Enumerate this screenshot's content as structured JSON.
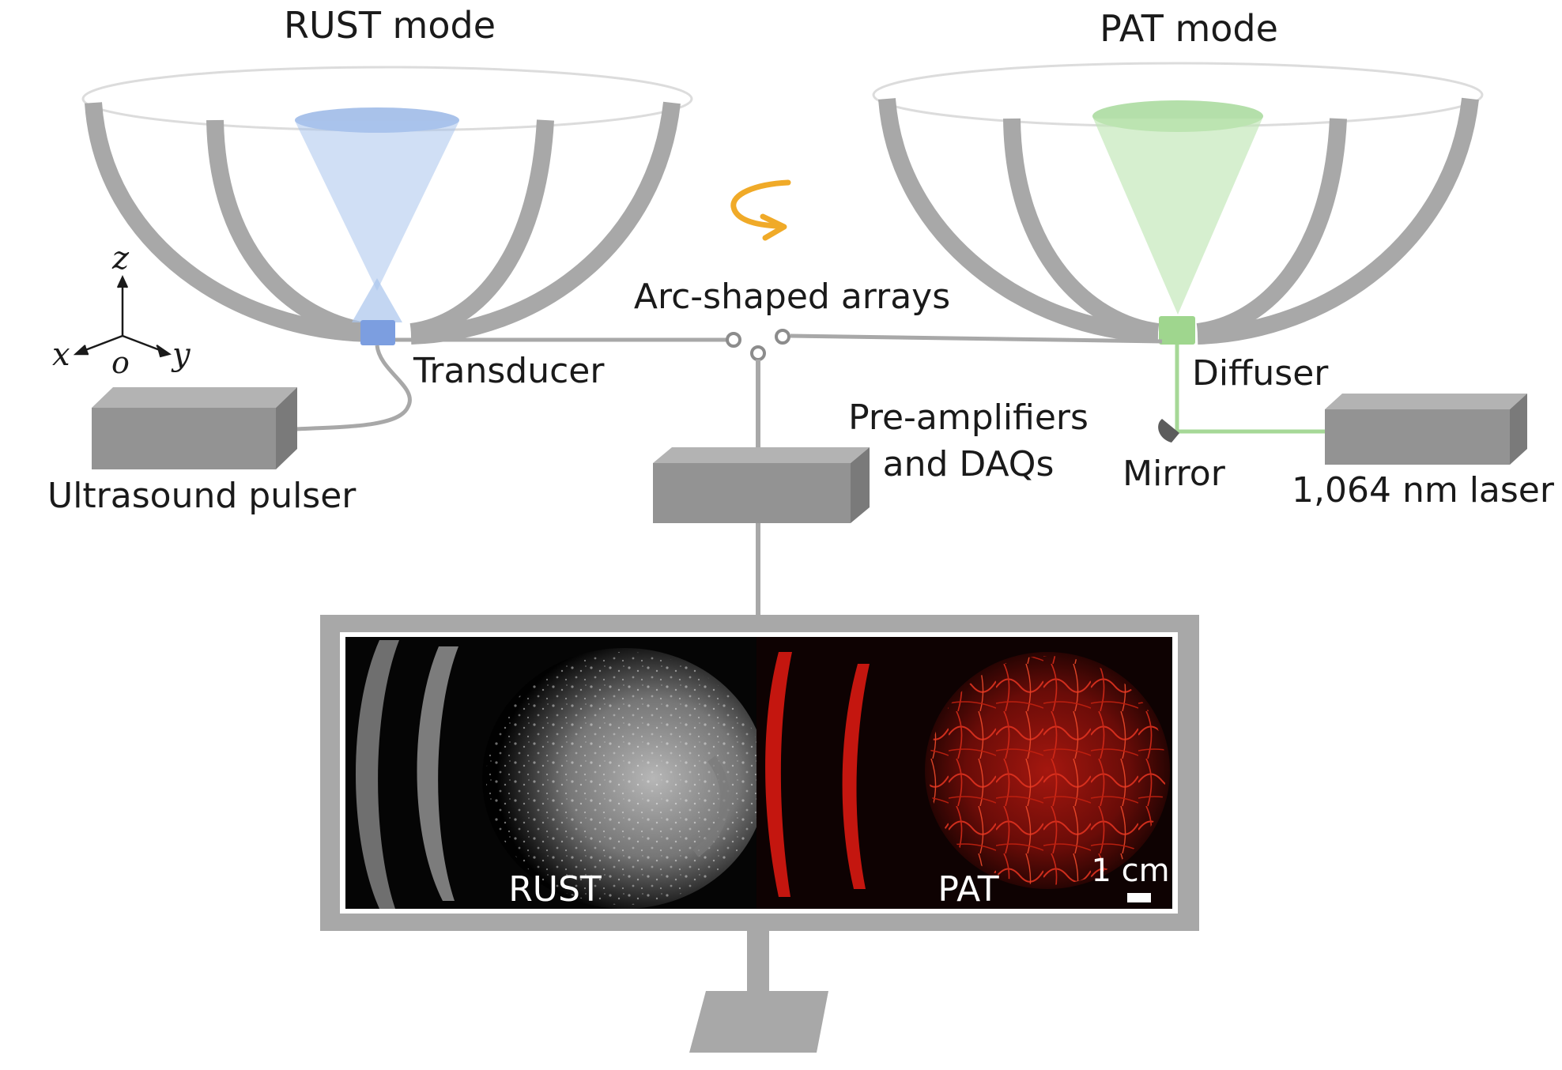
{
  "modes": {
    "rust_title": "RUST mode",
    "pat_title": "PAT mode",
    "switch_label": "Arc-shaped arrays"
  },
  "components": {
    "transducer": "Transducer",
    "ultrasound_pulser": "Ultrasound pulser",
    "preamp_line1": "Pre-amplifiers",
    "preamp_line2": "and DAQs",
    "diffuser": "Diffuser",
    "mirror": "Mirror",
    "laser": "1,064 nm laser"
  },
  "axes": {
    "z": "z",
    "x": "x",
    "y": "y",
    "origin": "o"
  },
  "monitor": {
    "left_image_label": "RUST",
    "right_image_label": "PAT",
    "scale_bar_label": "1 cm"
  },
  "colors": {
    "frame_gray": "#a8a8a8",
    "box_gray": "#8c8c8c",
    "rust_beam": "#aac4ec",
    "pat_beam": "#b9e2b0",
    "rotation_arrow": "#f0aa28",
    "pat_image": "#c4160f"
  }
}
